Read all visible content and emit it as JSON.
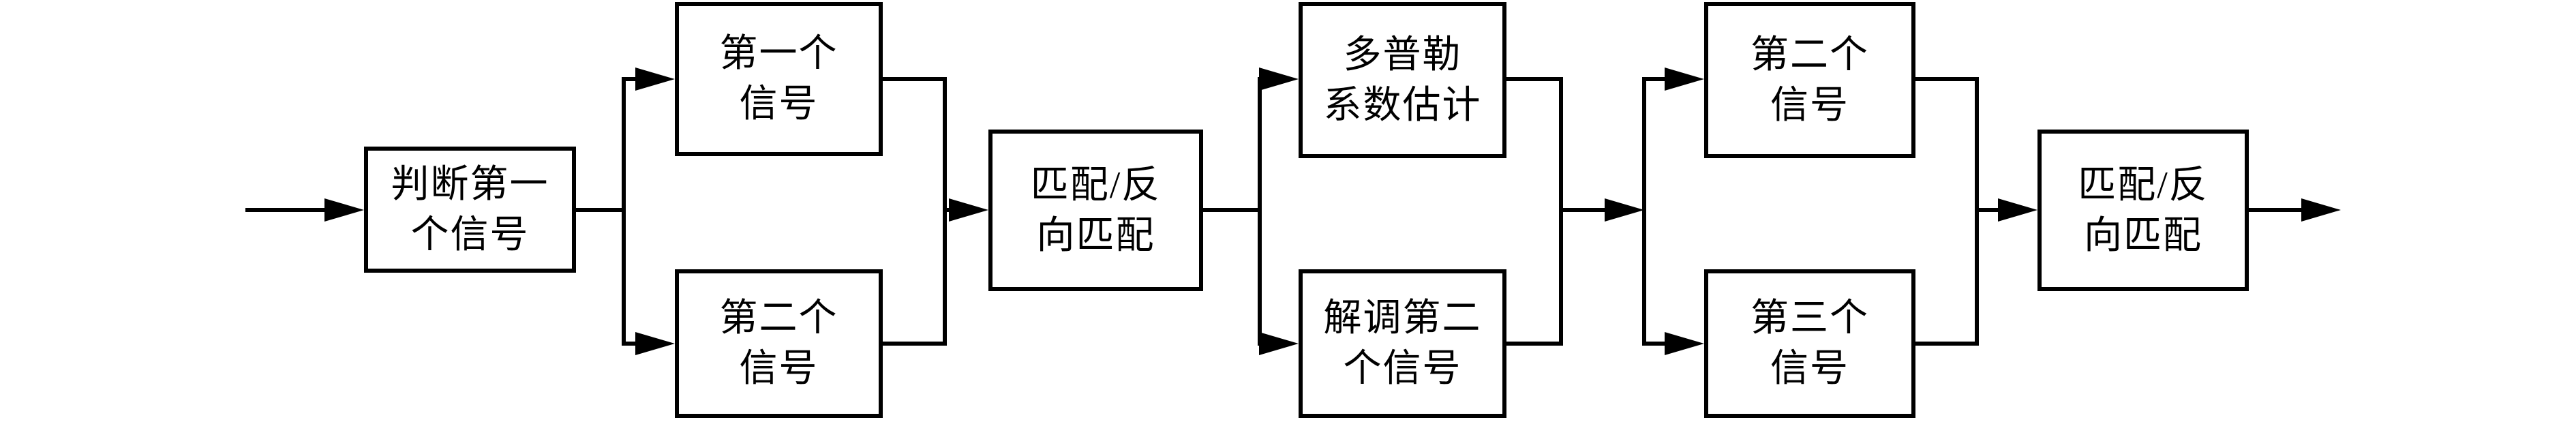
{
  "diagram": {
    "type": "flowchart",
    "background_color": "#ffffff",
    "line_color": "#000000",
    "nodes": [
      {
        "id": "judge-first-signal",
        "label": "判断第一\n个信号"
      },
      {
        "id": "first-signal",
        "label": "第一个\n信号"
      },
      {
        "id": "second-signal",
        "label": "第二个\n信号"
      },
      {
        "id": "match-inverse-match-1",
        "label": "匹配/反\n向匹配"
      },
      {
        "id": "doppler-coef-estimation",
        "label": "多普勒\n系数估计"
      },
      {
        "id": "demodulate-second-signal",
        "label": "解调第二\n个信号"
      },
      {
        "id": "second-signal-2",
        "label": "第二个\n信号"
      },
      {
        "id": "third-signal",
        "label": "第三个\n信号"
      },
      {
        "id": "match-inverse-match-2",
        "label": "匹配/反\n向匹配"
      }
    ],
    "edges": [
      {
        "from": "input",
        "to": "judge-first-signal",
        "arrow": true
      },
      {
        "from": "judge-first-signal",
        "to": "first-signal",
        "arrow": true
      },
      {
        "from": "judge-first-signal",
        "to": "second-signal",
        "arrow": true
      },
      {
        "from": "first-signal",
        "to": "match-inverse-match-1",
        "arrow": true
      },
      {
        "from": "second-signal",
        "to": "match-inverse-match-1",
        "arrow": true
      },
      {
        "from": "match-inverse-match-1",
        "to": "doppler-coef-estimation",
        "arrow": true
      },
      {
        "from": "match-inverse-match-1",
        "to": "demodulate-second-signal",
        "arrow": true
      },
      {
        "from": "doppler-coef-estimation",
        "to": "second-signal-2",
        "arrow": true
      },
      {
        "from": "demodulate-second-signal",
        "to": "third-signal",
        "arrow": true
      },
      {
        "from": "second-signal-2",
        "to": "match-inverse-match-2",
        "arrow": true
      },
      {
        "from": "third-signal",
        "to": "match-inverse-match-2",
        "arrow": true
      },
      {
        "from": "match-inverse-match-2",
        "to": "output",
        "arrow": true
      }
    ]
  }
}
